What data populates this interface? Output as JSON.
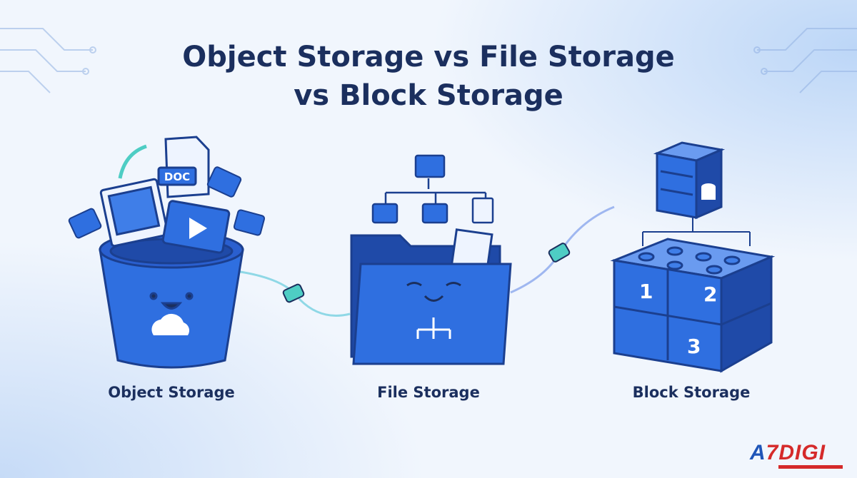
{
  "title": {
    "line1": "Object Storage vs File Storage",
    "line2": "vs Block Storage"
  },
  "panels": [
    {
      "label": "Object Storage",
      "doc_badge": "DOC"
    },
    {
      "label": "File Storage"
    },
    {
      "label": "Block Storage",
      "blocks": [
        "1",
        "2",
        "3"
      ]
    }
  ],
  "logo": {
    "text_a": "A",
    "text_b": "7DIGI"
  },
  "colors": {
    "primary": "#2f6fe0",
    "dark": "#1b2f5e",
    "accent": "#5fd6d0",
    "logo_red": "#d52a2a"
  }
}
